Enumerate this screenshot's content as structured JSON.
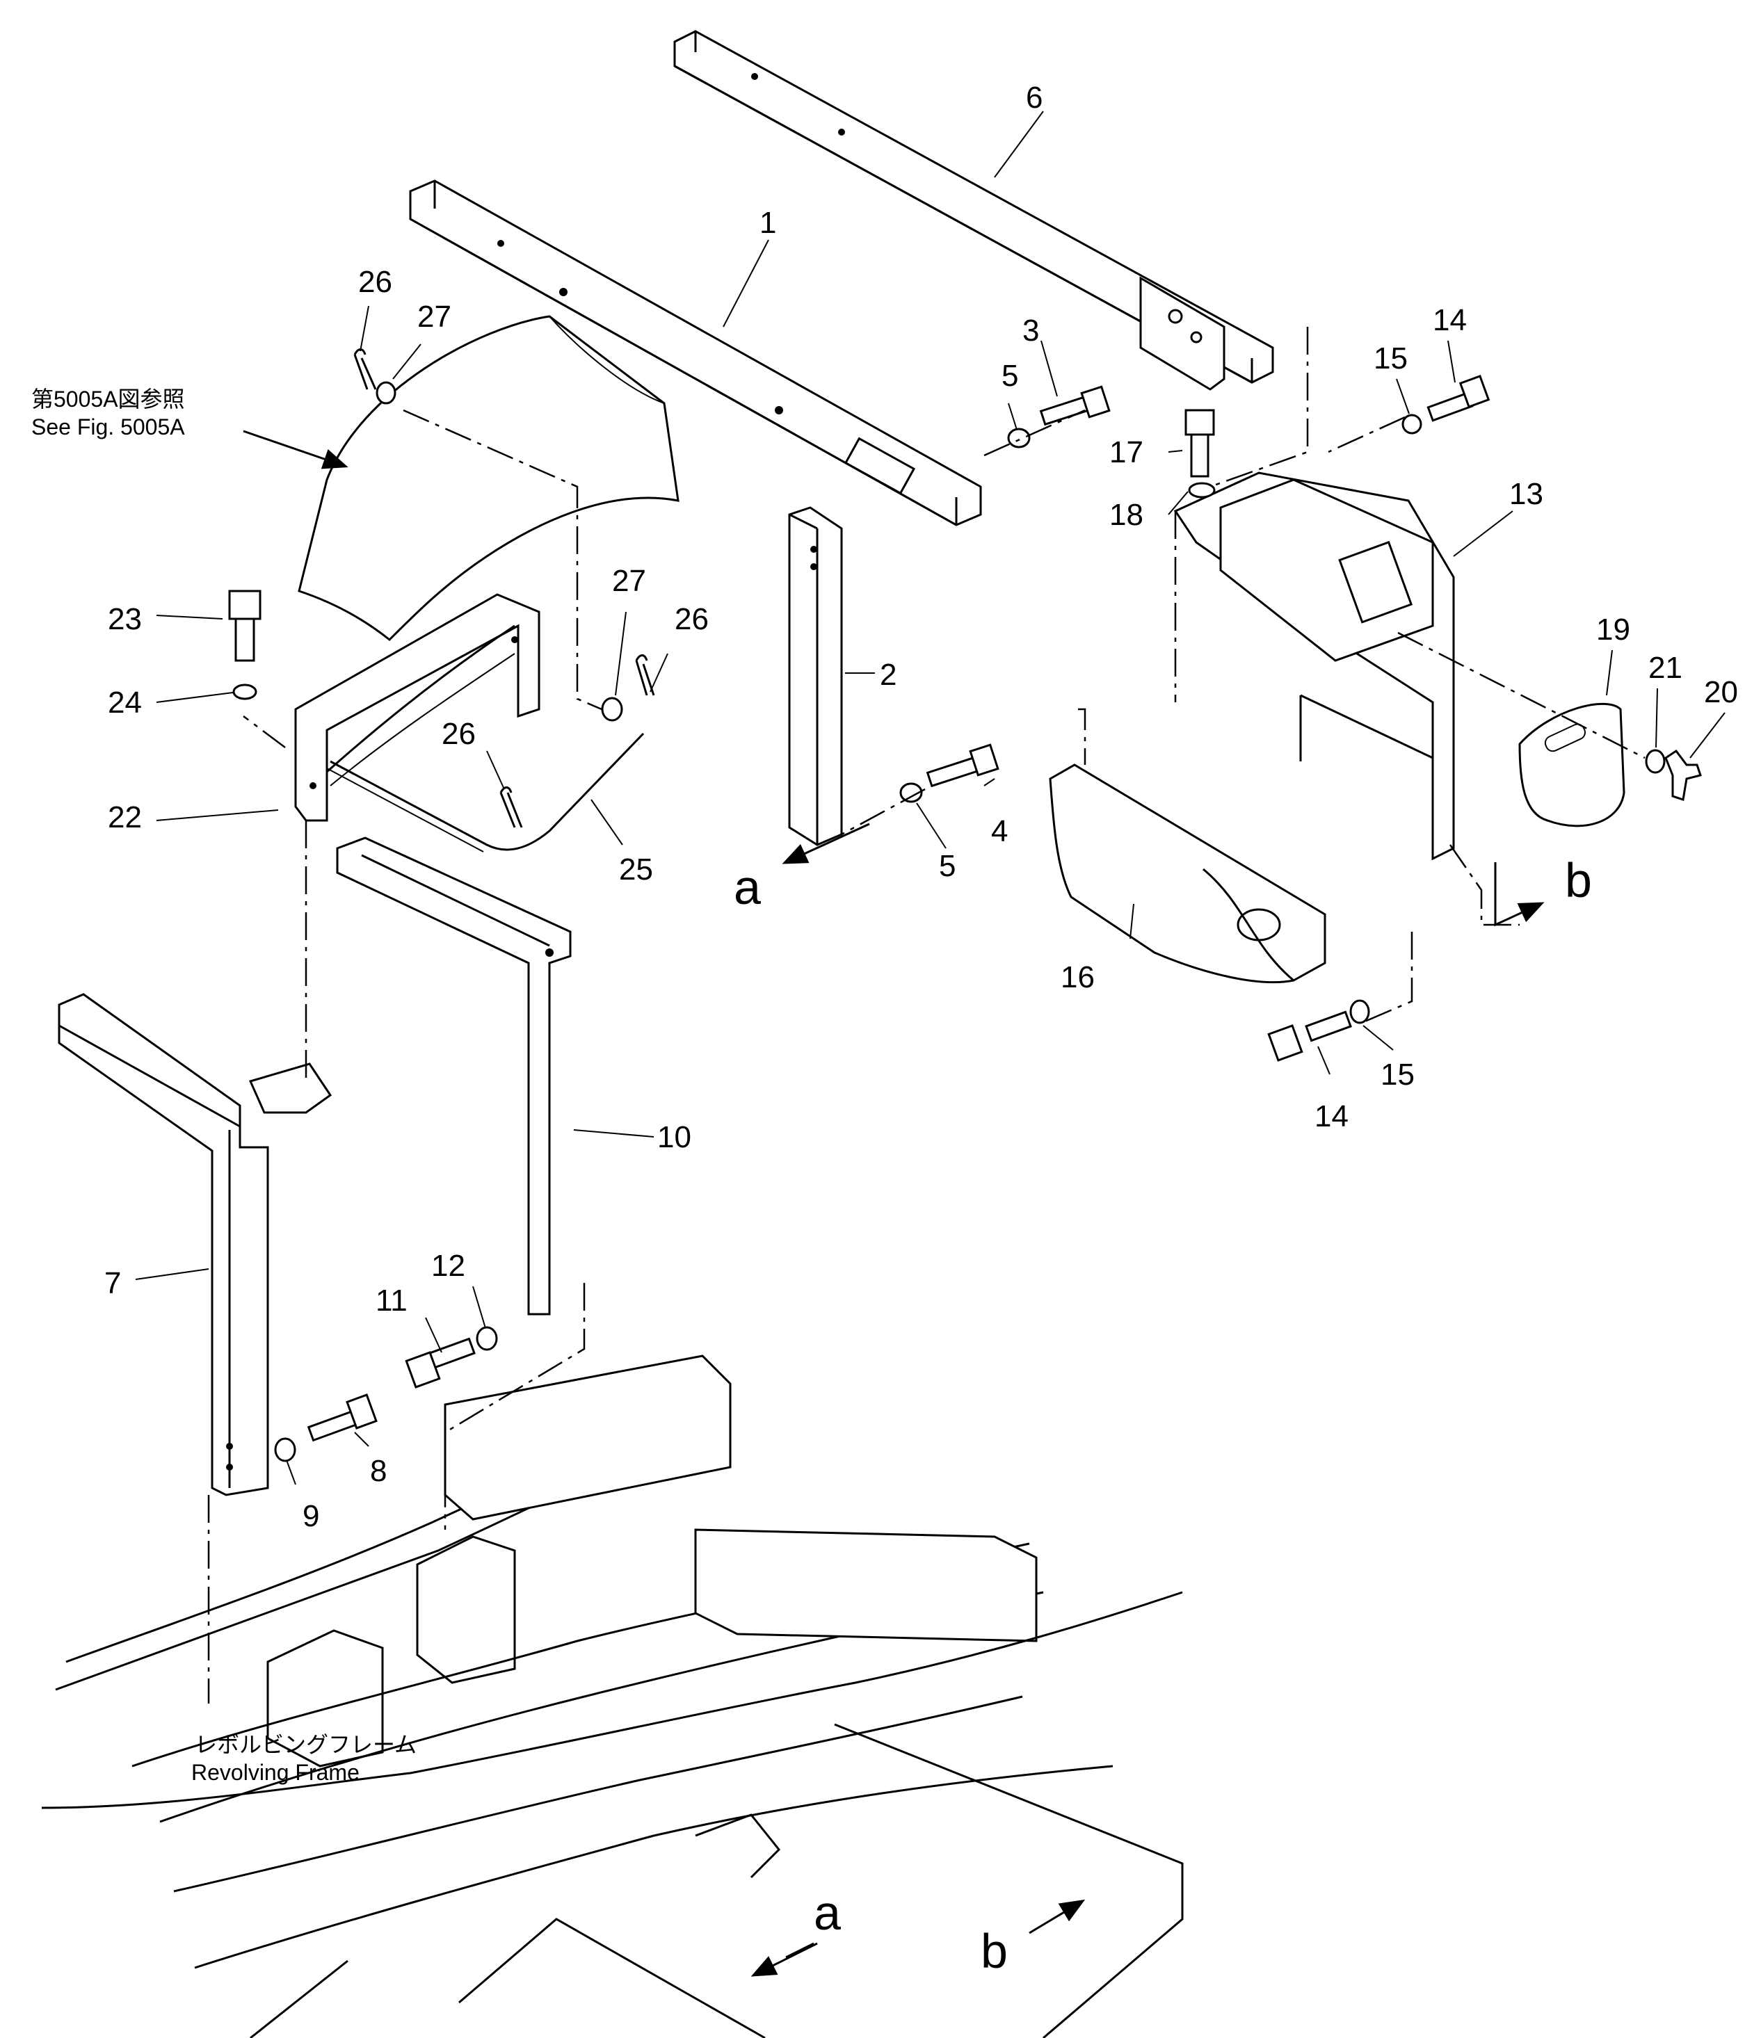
{
  "figure_ref": {
    "ja": "第5005A図参照",
    "en": "See Fig. 5005A"
  },
  "frame_label": {
    "ja": "レボルビングフレーム",
    "en": "Revolving Frame"
  },
  "connectors": {
    "a": "a",
    "b": "b"
  },
  "part_numbers": {
    "p1": "1",
    "p2": "2",
    "p3": "3",
    "p4": "4",
    "p5a": "5",
    "p5b": "5",
    "p6": "6",
    "p7": "7",
    "p8": "8",
    "p9": "9",
    "p10": "10",
    "p11": "11",
    "p12": "12",
    "p13": "13",
    "p14a": "14",
    "p14b": "14",
    "p15a": "15",
    "p15b": "15",
    "p16": "16",
    "p17": "17",
    "p18": "18",
    "p19": "19",
    "p20": "20",
    "p21": "21",
    "p22": "22",
    "p23": "23",
    "p24": "24",
    "p25": "25",
    "p26a": "26",
    "p26b": "26",
    "p26c": "26",
    "p27a": "27",
    "p27b": "27"
  }
}
